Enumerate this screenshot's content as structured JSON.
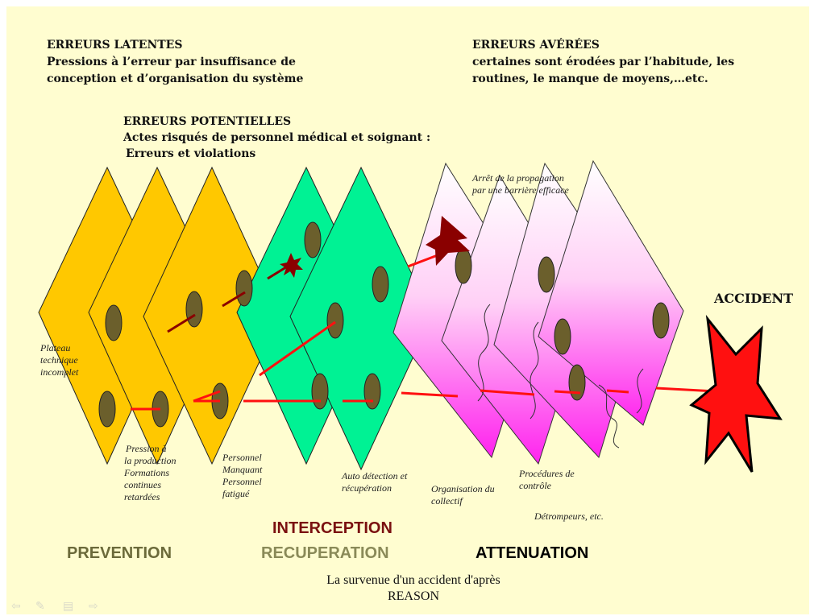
{
  "headers": {
    "latentes_title": "ERREURS LATENTES",
    "latentes_line1": "Pressions à l’erreur par insuffisance de",
    "latentes_line2": "conception et d’organisation du système",
    "averees_title": "ERREURS AVÉRÉES",
    "averees_line1": "certaines sont érodées par l’habitude, les",
    "averees_line2": "routines, le manque de moyens,…etc.",
    "potentielles_title": "ERREURS POTENTIELLES",
    "potentielles_line1": "Actes risqués de personnel médical et soignant :",
    "potentielles_line2": "Erreurs et violations"
  },
  "notes": {
    "arret_line1": "Arrêt de la propagation",
    "arret_line2": "par une barrière efficace",
    "plateau_line1": "Plateau",
    "plateau_line2": "technique",
    "plateau_line3": "incomplet",
    "pression_line1": "Pression à",
    "pression_line2": "la production",
    "pression_line3": "Formations",
    "pression_line4": "continues",
    "pression_line5": "retardées",
    "personnel_line1": "Personnel",
    "personnel_line2": "Manquant",
    "personnel_line3": "Personnel",
    "personnel_line4": "fatigué",
    "auto_line1": "Auto détection et",
    "auto_line2": "récupération",
    "organisation_line1": "Organisation du",
    "organisation_line2": "collectif",
    "procedures_line1": "Procédures de",
    "procedures_line2": "contrôle",
    "detrompeurs": "Détrompeurs, etc."
  },
  "accident_label": "ACCIDENT",
  "phases": {
    "interception": "INTERCEPTION",
    "prevention": "PREVENTION",
    "recuperation": "RECUPERATION",
    "attenuation": "ATTENUATION"
  },
  "caption": {
    "line1": "La survenue d'un accident d'après",
    "line2": "REASON"
  },
  "colors": {
    "background": "#fffdd0",
    "prevention_layer": "#ffc800",
    "recuperation_layer": "#00f294",
    "attenuation_gradient_top": "#ffffff",
    "attenuation_gradient_bottom": "#ff22ee",
    "hole": "#6b5f2c",
    "error_path": "#ff1010",
    "blocked_path": "#8a0000",
    "accident_star": "#ff1010",
    "interception_text": "#7a1010",
    "prevention_text": "#6b6a3a",
    "recuperation_text": "#8a8a58",
    "attenuation_text": "#000000"
  },
  "nav_icons": [
    "arrow-left-icon",
    "pen-icon",
    "menu-icon",
    "arrow-right-icon"
  ]
}
